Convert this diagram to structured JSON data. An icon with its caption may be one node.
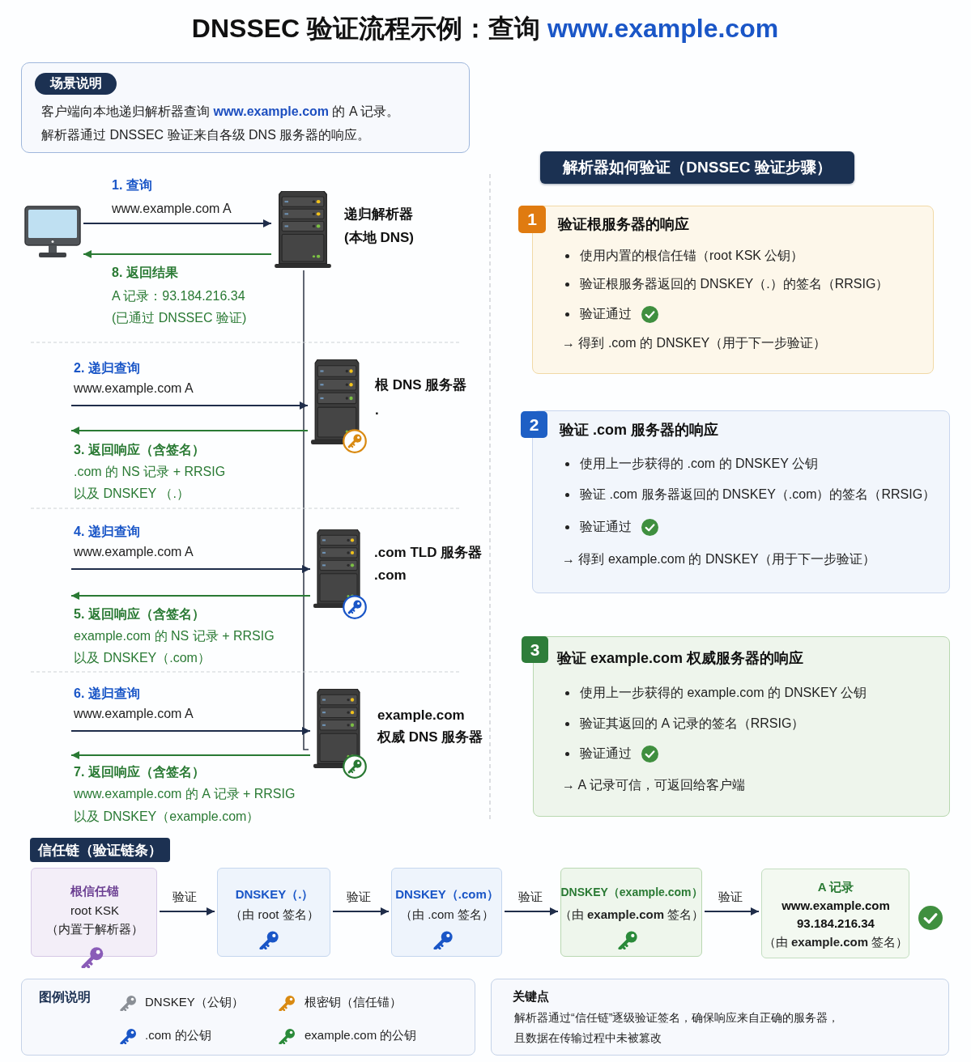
{
  "diagram": {
    "title": "DNSSEC 验证流程示例：查询 **www.example.com**",
    "nodes": [
      {
        "text": [
          "客户端向本地递归解析器查询 **www.example.com** 的 A 记录。",
          "解析器通过 DNSSEC 验证来自各级 DNS 服务器的响应。"
        ]
      },
      {
        "text": [
          "场景说明"
        ],
        "in": 0
      },
      {
        "text": [],
        "shape": "picture"
      },
      {
        "text": [],
        "shape": "picture",
        "beside": [
          "递归解析器",
          "(本地 DNS)"
        ]
      },
      {
        "text": [],
        "shape": "picture",
        "beside": [
          "根 DNS 服务器",
          "."
        ]
      },
      {
        "text": [],
        "shape": "picture",
        "beside": [
          ".com TLD 服务器",
          ".com"
        ]
      },
      {
        "text": [],
        "shape": "picture",
        "beside": [
          "example.com 权威 DNS 服务器"
        ]
      },
      {
        "text": [
          "解析器如何验证（DNSSEC 验证步骤）"
        ]
      },
      {
        "text": [
          "1"
        ]
      },
      {
        "text": [
          "验证根服务器的响应",
          "使用内置的根信任锚（root KSK 公钥）",
          "验证根服务器返回的 DNSKEY（.）的签名（RRSIG）",
          "验证通过",
          "→ 得到 .com 的 DNSKEY（用于下一步验证）"
        ]
      },
      {
        "text": [
          "2"
        ]
      },
      {
        "text": [
          "验证 .com 服务器的响应",
          "使用上一步获得的 .com 的 DNSKEY 公钥",
          "验证 .com 服务器返回的 DNSKEY（.com）的签名（RRSIG）",
          "验证通过",
          "→ 得到 example.com 的 DNSKEY（用于下一步验证）"
        ]
      },
      {
        "text": [
          "3"
        ]
      },
      {
        "text": [
          "验证 example.com 权威服务器的响应",
          "使用上一步获得的 example.com 的 DNSKEY 公钥",
          "验证其返回的 A 记录的签名（RRSIG）",
          "验证通过",
          "→ A 记录可信，可返回给客户端"
        ]
      },
      {
        "text": [
          "信任链（验证链条）"
        ]
      },
      {
        "text": [
          "根信任锚",
          "root KSK",
          "（内置于解析器）"
        ]
      },
      {
        "text": [
          "DNSKEY（.）",
          "（由 root 签名）"
        ]
      },
      {
        "text": [
          "DNSKEY（.com）",
          "（由 .com 签名）"
        ]
      },
      {
        "text": [
          "DNSKEY（example.com）",
          "（由 **example.com** 签名）"
        ]
      },
      {
        "text": [
          "A 记录",
          "www.example.com",
          "93.184.216.34",
          "（由 **example.com** 签名）"
        ]
      },
      {
        "text": [
          "关键点",
          "解析器通过“信任链”逐级验证签名，确保响应来自正确的服务器，且数据在传输过程中未被篡改"
        ]
      }
    ],
    "edges": [
      {
        "from": 2,
        "to": 3,
        "arrow": "to",
        "label": "1. 查询"
      },
      {
        "from": 3,
        "to": 2,
        "arrow": "to",
        "label": "8. 返回结果",
        "color": "#2a7a34"
      },
      {
        "from": null,
        "to": 4,
        "arrow": "to",
        "label": "2. 递归查询"
      },
      {
        "from": 4,
        "to": null,
        "arrow": "to",
        "label": "3. 返回响应（含签名）",
        "color": "#2a7a34"
      },
      {
        "from": null,
        "to": 5,
        "arrow": "to",
        "label": "4. 递归查询"
      },
      {
        "from": 5,
        "to": null,
        "arrow": "to",
        "label": "5. 返回响应（含签名）",
        "color": "#2a7a34"
      },
      {
        "from": null,
        "to": 6,
        "arrow": "to",
        "label": "6. 递归查询"
      },
      {
        "from": 6,
        "to": null,
        "arrow": "to",
        "label": "7. 返回响应（含签名）",
        "color": "#2a7a34"
      },
      {
        "from": 15,
        "to": 16,
        "arrow": "to",
        "label": "验证"
      },
      {
        "from": 16,
        "to": 17,
        "arrow": "to",
        "label": "验证"
      },
      {
        "from": 17,
        "to": 18,
        "arrow": "to",
        "label": "验证"
      },
      {
        "from": 18,
        "to": 19,
        "arrow": "to",
        "label": "验证"
      }
    ],
    "labels": [
      "www.example.com A",
      "A 记录：93.184.216.34",
      "(已通过 DNSSEC 验证)",
      "www.example.com A",
      ".com 的 NS 记录 + RRSIG",
      "以及 DNSKEY （.）",
      "www.example.com A",
      "example.com 的 NS 记录 + RRSIG",
      "以及 DNSKEY（.com）",
      "www.example.com A",
      "www.example.com 的 A 记录 + RRSIG",
      "以及 DNSKEY（example.com）",
      "图例说明"
    ],
    "legend": [
      {
        "text": "DNSKEY（公钥）",
        "color": "#8a8f96"
      },
      {
        "text": "根密钥（信任锚）",
        "color": "#d98a12"
      },
      {
        "text": ".com 的公钥",
        "color": "#1a56c7"
      },
      {
        "text": "example.com 的公钥",
        "color": "#2a8a3a"
      }
    ]
  }
}
